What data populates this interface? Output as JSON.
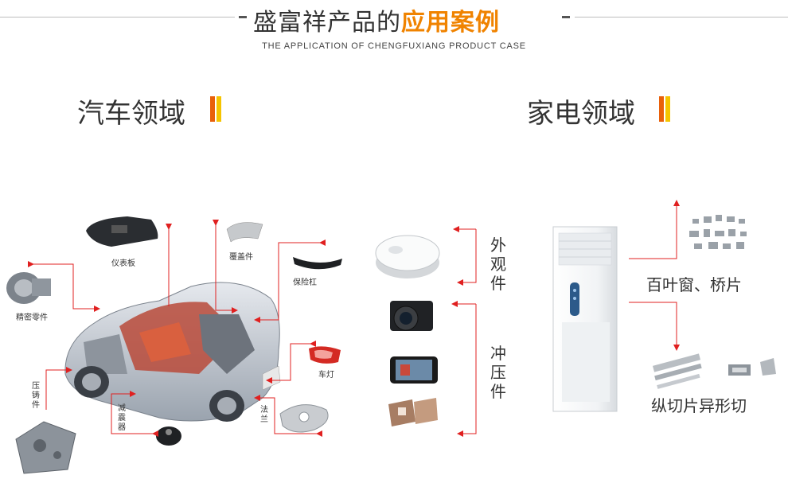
{
  "header": {
    "title_main": "盛富祥产品的",
    "title_highlight": "应用案例",
    "subtitle": "THE APPLICATION OF CHENGFUXIANG PRODUCT CASE"
  },
  "auto": {
    "heading": "汽车领域",
    "labels": {
      "dashboard": "仪表板",
      "cover_part": "覆盖件",
      "bumper": "保险杠",
      "precision_parts": "精密零件",
      "headlight": "车灯",
      "die_cast": "压铸件",
      "shock_absorber": "减震器",
      "flange": "法兰"
    }
  },
  "appliance": {
    "heading": "家电领域",
    "appearance_parts": "外观件",
    "stamping_parts": "冲压件",
    "louver_bridge": "百叶窗、桥片",
    "slitting_special": "纵切片异形切"
  },
  "colors": {
    "accent_orange": "#f08300",
    "accent_yellow": "#f5c400",
    "accent_red": "#e5322d",
    "line_red": "#e02020"
  }
}
